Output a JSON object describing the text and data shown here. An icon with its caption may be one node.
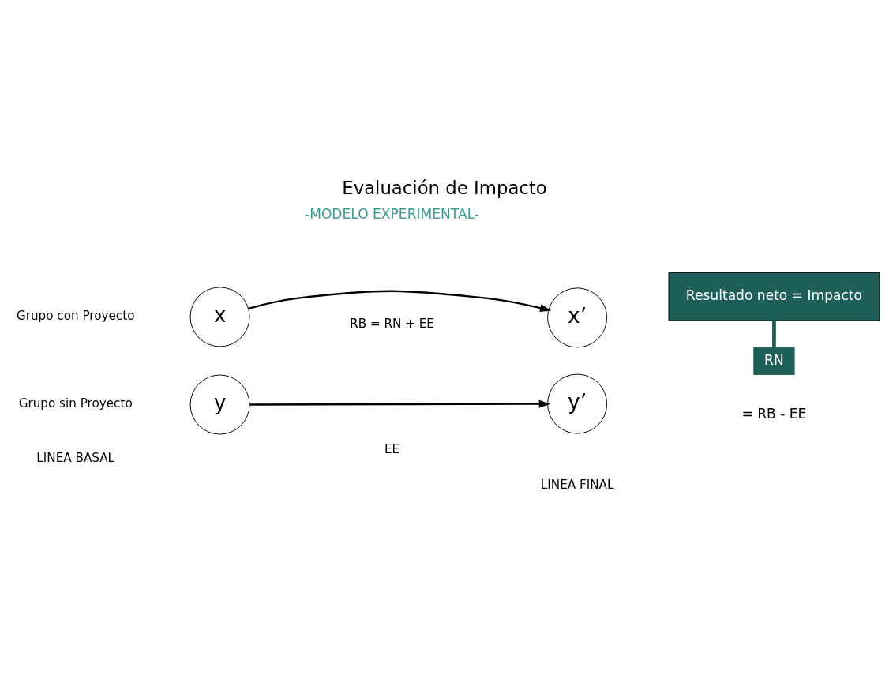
{
  "diagram": {
    "title": "Evaluación de Impacto",
    "nodes": [
      {
        "text": [
          "Resultado neto = Impacto"
        ]
      },
      {
        "text": [
          "x"
        ]
      },
      {
        "text": [
          "x’"
        ]
      },
      {
        "text": [
          "y"
        ]
      },
      {
        "text": [
          "y’"
        ]
      },
      {
        "text": [
          "RN"
        ],
        "beside": [
          "= RB - EE"
        ]
      }
    ],
    "edges": [
      {
        "from": 1,
        "to": 2,
        "arrow": "to"
      },
      {
        "from": 3,
        "to": 4,
        "arrow": "to"
      },
      {
        "from": 0,
        "to": 5,
        "arrow": "none",
        "style": "thick",
        "color": "#1f5f5a"
      }
    ],
    "labels": [
      "-MODELO EXPERIMENTAL-",
      "Grupo con Proyecto",
      "RB = RN + EE",
      "Grupo sin Proyecto",
      "EE",
      "LINEA BASAL",
      "LINEA FINAL"
    ]
  }
}
